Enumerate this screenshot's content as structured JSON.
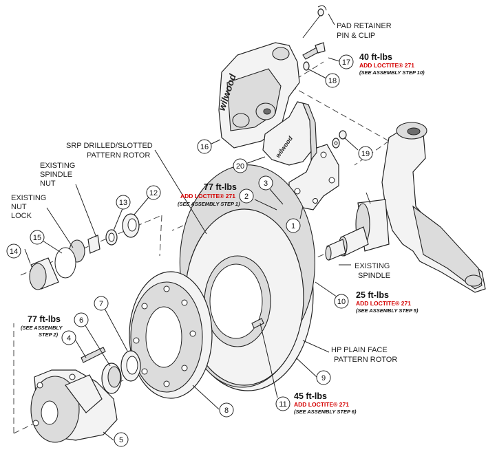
{
  "labels": {
    "pad_retainer": [
      "PAD RETAINER",
      "PIN & CLIP"
    ],
    "srp_rotor": [
      "SRP DRILLED/SLOTTED",
      "PATTERN ROTOR"
    ],
    "spindle_nut": [
      "EXISTING",
      "SPINDLE",
      "NUT"
    ],
    "nut_lock": [
      "EXISTING",
      "NUT",
      "LOCK"
    ],
    "spindle": [
      "EXISTING",
      "SPINDLE"
    ],
    "hp_rotor": [
      "HP PLAIN FACE",
      "PATTERN ROTOR"
    ]
  },
  "torque_callouts": [
    {
      "id": "t40",
      "value": "40 ft-lbs",
      "loctite": "ADD LOCTITE® 271",
      "note": "(SEE ASSEMBLY STEP 10)"
    },
    {
      "id": "t77a",
      "value": "77 ft-lbs",
      "loctite": "ADD LOCTITE® 271",
      "note": "(SEE ASSEMBLY STEP 1)"
    },
    {
      "id": "t25",
      "value": "25 ft-lbs",
      "loctite": "ADD LOCTITE® 271",
      "note": "(SEE ASSEMBLY STEP 5)"
    },
    {
      "id": "t45",
      "value": "45 ft-lbs",
      "loctite": "ADD LOCTITE® 271",
      "note": "(SEE ASSEMBLY STEP 6)"
    },
    {
      "id": "t77b",
      "value": "77 ft-lbs",
      "note_lines": [
        "(SEE ASSEMBLY",
        "STEP 2)"
      ]
    }
  ],
  "callout_numbers": [
    "1",
    "2",
    "3",
    "4",
    "5",
    "6",
    "7",
    "8",
    "9",
    "10",
    "11",
    "12",
    "13",
    "14",
    "15",
    "16",
    "17",
    "18",
    "19",
    "20"
  ],
  "brand_marks": [
    "wilwood"
  ]
}
